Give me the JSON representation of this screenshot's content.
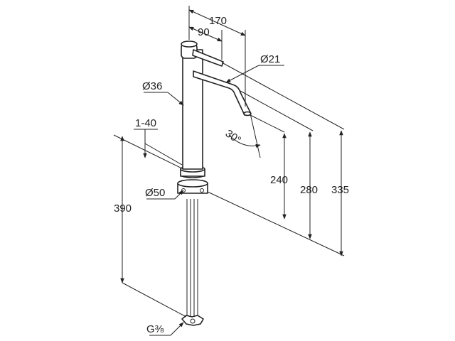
{
  "dimensions": {
    "width_total": "170",
    "width_lever": "90",
    "dia_spout": "Ø21",
    "dia_body": "Ø36",
    "deck_thickness": "1-40",
    "angle": "30°",
    "height_spout_outlet": "240",
    "height_spout_top": "280",
    "height_total": "335",
    "length_supply": "390",
    "dia_base": "Ø50",
    "thread": "G⅜"
  },
  "colors": {
    "line": "#222222",
    "background": "#ffffff"
  }
}
